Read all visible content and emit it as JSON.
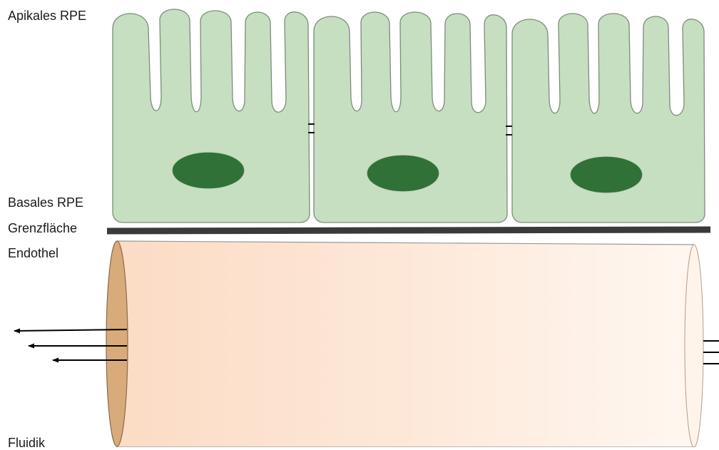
{
  "labels": {
    "apical_rpe": "Apikales RPE",
    "basal_rpe": "Basales RPE",
    "interface": "Grenzfläche",
    "endothelium": "Endothel",
    "fluidics": "Fluidik"
  },
  "colors": {
    "cell_fill": "#c5dfc0",
    "cell_stroke": "#7d8c7b",
    "nucleus_fill": "#2f7137",
    "membrane": "#3a3a3a",
    "tube_fill": "#fbe3d0",
    "tube_end": "#d9aa7a",
    "arrow": "#000000"
  },
  "diagram": {
    "cell_count": 3,
    "outflow_arrow_count": 3,
    "inflow_line_count": 3
  }
}
